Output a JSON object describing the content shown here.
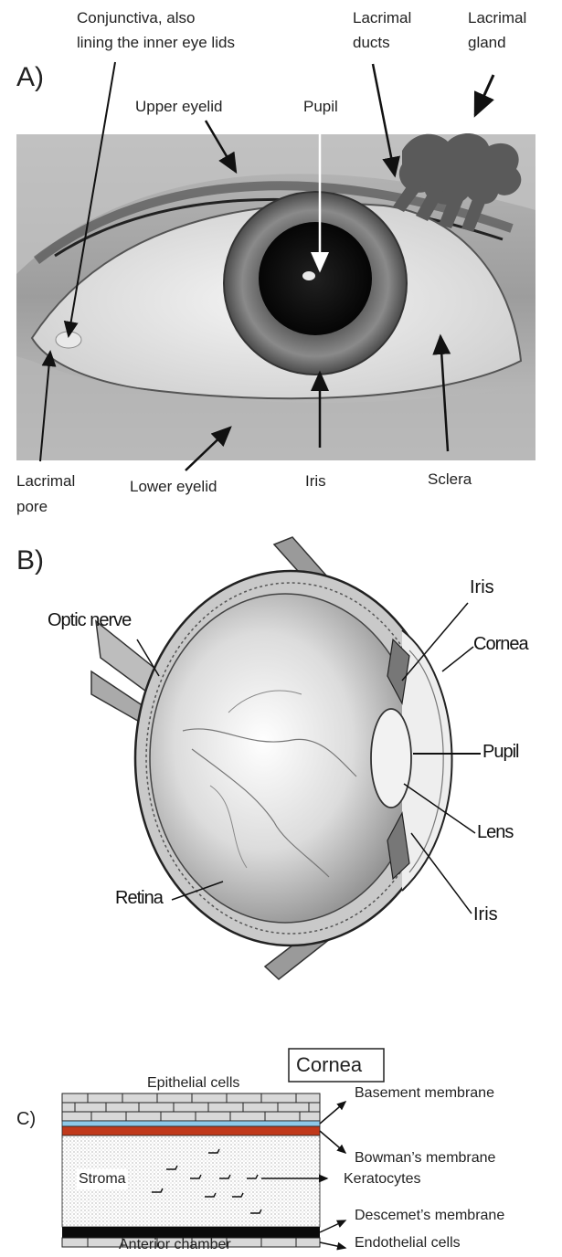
{
  "panel_a": {
    "letter": "A)",
    "labels": {
      "conjunctiva": "Conjunctiva, also\nlining the inner eye lids",
      "conjunctiva_l1": "Conjunctiva, also",
      "conjunctiva_l2": "lining the inner eye lids",
      "lacrimal_ducts_l1": "Lacrimal",
      "lacrimal_ducts_l2": "ducts",
      "lacrimal_gland_l1": "Lacrimal",
      "lacrimal_gland_l2": "gland",
      "upper_eyelid": "Upper eyelid",
      "pupil": "Pupil",
      "lacrimal_pore_l1": "Lacrimal",
      "lacrimal_pore_l2": "pore",
      "lower_eyelid": "Lower eyelid",
      "iris": "Iris",
      "sclera": "Sclera"
    }
  },
  "panel_b": {
    "letter": "B)",
    "labels": {
      "optic_nerve": "Optic nerve",
      "iris_top": "Iris",
      "cornea": "Cornea",
      "pupil": "Pupil",
      "lens": "Lens",
      "iris_bottom": "Iris",
      "retina": "Retina"
    }
  },
  "panel_c": {
    "letter": "C)",
    "title": "Cornea",
    "labels": {
      "epithelial": "Epithelial cells",
      "basement": "Basement membrane",
      "bowman": "Bowman’s membrane",
      "stroma": "Stroma",
      "keratocytes": "Keratocytes",
      "descemet": "Descemet’s membrane",
      "endothelial": "Endothelial cells",
      "anterior": "Anterior chamber"
    },
    "colors": {
      "basement": "#8ec9e8",
      "bowman": "#c0391b",
      "descemet": "#0a0a0a",
      "cell_fill": "#d8d8d8"
    }
  }
}
